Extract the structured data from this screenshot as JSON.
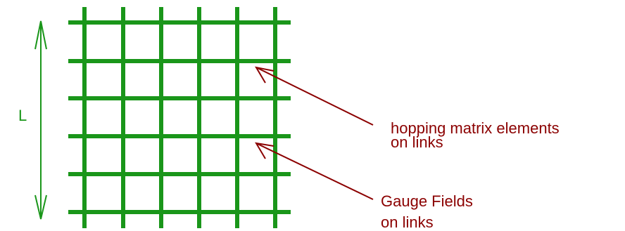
{
  "labels": {
    "size": "L",
    "hopping_line1": "hopping matrix elements",
    "hopping_line2": "on links",
    "gauge_line1": "Gauge Fields",
    "gauge_line2": "on links"
  },
  "colors": {
    "lattice": "#1a961a",
    "size_arrow": "#1a961a",
    "annotation": "#8b0000"
  }
}
